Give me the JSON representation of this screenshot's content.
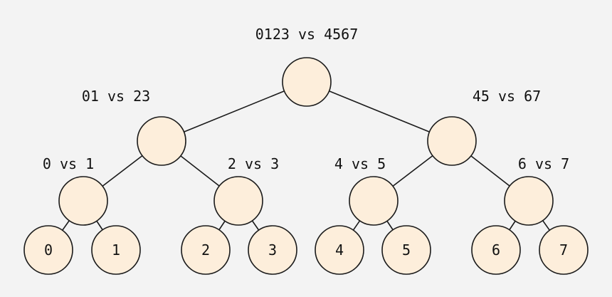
{
  "diagram": {
    "title": "0123 vs 4567",
    "comparisons": [
      {
        "id": "c01",
        "text": "01 vs 23"
      },
      {
        "id": "c45",
        "text": "45 vs 67"
      },
      {
        "id": "c0",
        "text": "0 vs 1"
      },
      {
        "id": "c2",
        "text": "2 vs 3"
      },
      {
        "id": "c4",
        "text": "4 vs 5"
      },
      {
        "id": "c6",
        "text": "6 vs 7"
      }
    ],
    "leaves": [
      "0",
      "1",
      "2",
      "3",
      "4",
      "5",
      "6",
      "7"
    ],
    "colors": {
      "node_fill": "#fdeedb",
      "node_stroke": "#1a1a1a",
      "edge": "#1a1a1a",
      "background": "#f3f3f3"
    }
  }
}
